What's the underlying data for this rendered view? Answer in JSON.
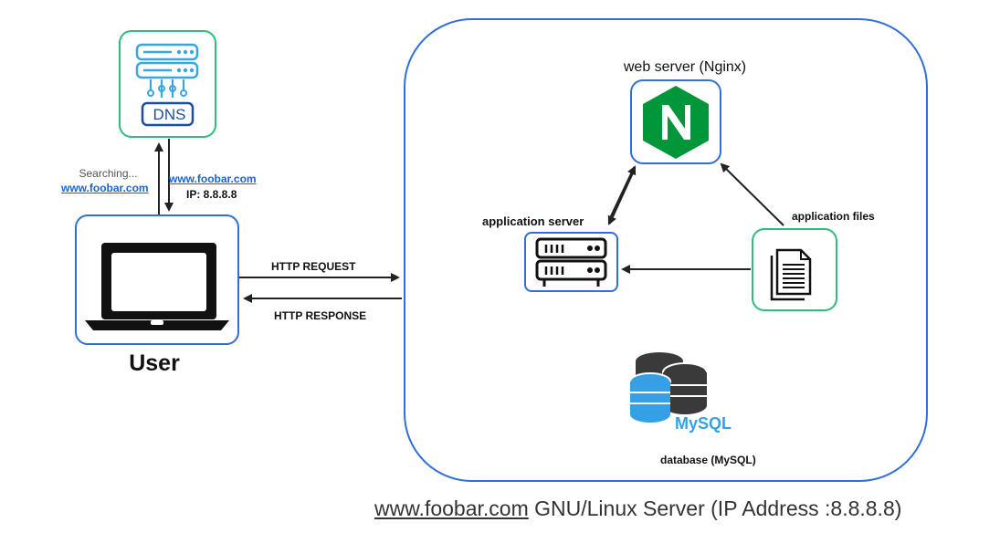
{
  "dns": {
    "label": "DNS",
    "query_text": "Searching...",
    "query_domain": "www.foobar.com",
    "answer_domain": "www.foobar.com",
    "answer_ip": "IP: 8.8.8.8"
  },
  "user": {
    "label": "User"
  },
  "http": {
    "request": "HTTP REQUEST",
    "response": "HTTP RESPONSE"
  },
  "server": {
    "web_server_label": "web server (Nginx)",
    "app_server_label": "application server",
    "app_files_label": "application files",
    "db_logo_text": "MySQL",
    "db_label": "database (MySQL)"
  },
  "caption": {
    "domain": "www.foobar.com",
    "rest": " GNU/Linux Server (IP Address :8.8.8.8)"
  },
  "colors": {
    "accent_green": "#2ebd7e",
    "accent_blue": "#2f6fd6",
    "link_blue": "#1a64d6",
    "nginx_green": "#009639",
    "mysql_blue": "#35a0e6"
  }
}
